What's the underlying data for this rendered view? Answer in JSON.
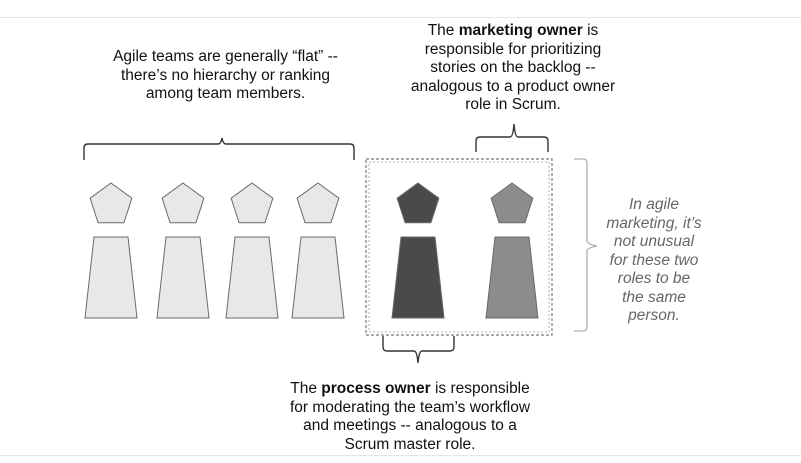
{
  "notes": {
    "agile_team": "Agile teams are generally “flat” -- there’s no hierarchy or ranking among team members.",
    "marketing_owner": {
      "prefix": "The ",
      "bold": "marketing owner",
      "suffix": " is responsible for prioritizing stories on the backlog -- analogous to a product owner role in Scrum."
    },
    "process_owner": {
      "prefix": "The ",
      "bold": "process owner",
      "suffix": " is responsible for moderating the team’s workflow and meetings -- analogous to a Scrum master role."
    },
    "same_person": "In agile marketing, it’s not unusual for these two roles to be the same person."
  },
  "colors": {
    "team_member": "#e8e8e8",
    "process_owner": "#4a4a4a",
    "marketing_owner": "#8c8c8c",
    "outline": "#6a6a6a",
    "bracket": "#333333",
    "side_bracket": "#b0b0b0",
    "dashed_box": "#7a7a7a"
  },
  "figures": [
    {
      "role": "team-member",
      "fill": "team_member"
    },
    {
      "role": "team-member",
      "fill": "team_member"
    },
    {
      "role": "team-member",
      "fill": "team_member"
    },
    {
      "role": "team-member",
      "fill": "team_member"
    },
    {
      "role": "process-owner",
      "fill": "process_owner"
    },
    {
      "role": "marketing-owner",
      "fill": "marketing_owner"
    }
  ]
}
